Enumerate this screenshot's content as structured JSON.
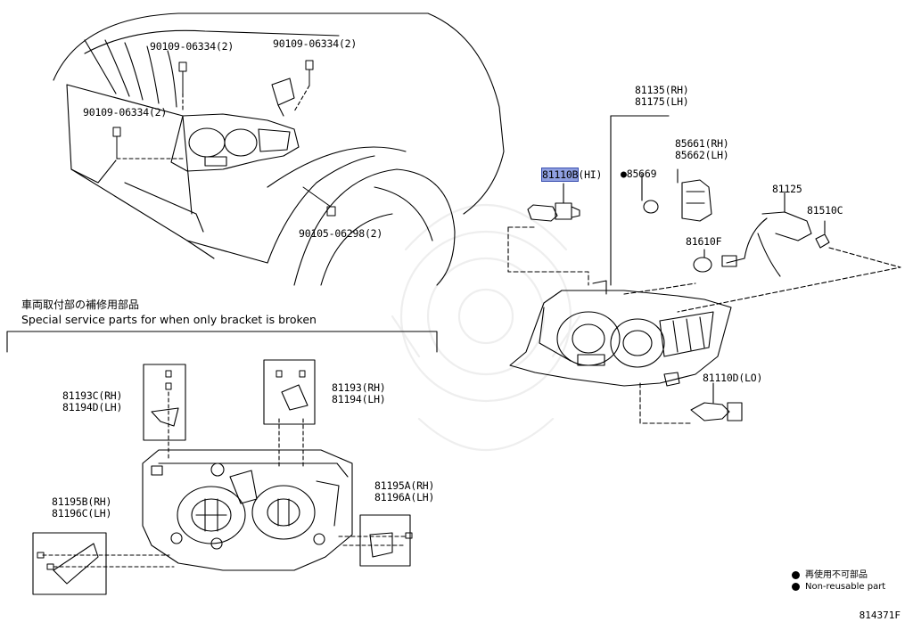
{
  "labels": {
    "bolt_top_left": "90109-06334(2)",
    "bolt_top_right": "90109-06334(2)",
    "bolt_left": "90109-06334(2)",
    "bolt_lower": "90105-06298(2)",
    "lamp_unit_rh": "81135(RH)",
    "lamp_unit_lh": "81175(LH)",
    "socket_rh": "85661(RH)",
    "socket_lh": "85662(LH)",
    "bulb_hi_code": "81110B",
    "bulb_hi_suffix": "(HI)",
    "oring": "85669",
    "wire": "81125",
    "bulb_small": "81510C",
    "cover": "81610F",
    "bulb_lo": "81110D(LO)",
    "bracket_c_rh": "81193C(RH)",
    "bracket_d_lh": "81194D(LH)",
    "bracket_rh": "81193(RH)",
    "bracket_lh": "81194(LH)",
    "bracket_b_rh": "81195B(RH)",
    "bracket_c_lh": "81196C(LH)",
    "bracket_a_rh": "81195A(RH)",
    "bracket_a_lh": "81196A(LH)"
  },
  "section": {
    "title_jp": "車両取付部の補修用部品",
    "title_en": "Special service parts for when only bracket is broken"
  },
  "legend": {
    "jp": "再使用不可部品",
    "en": "Non-reusable part"
  },
  "illustration_number": "814371F"
}
